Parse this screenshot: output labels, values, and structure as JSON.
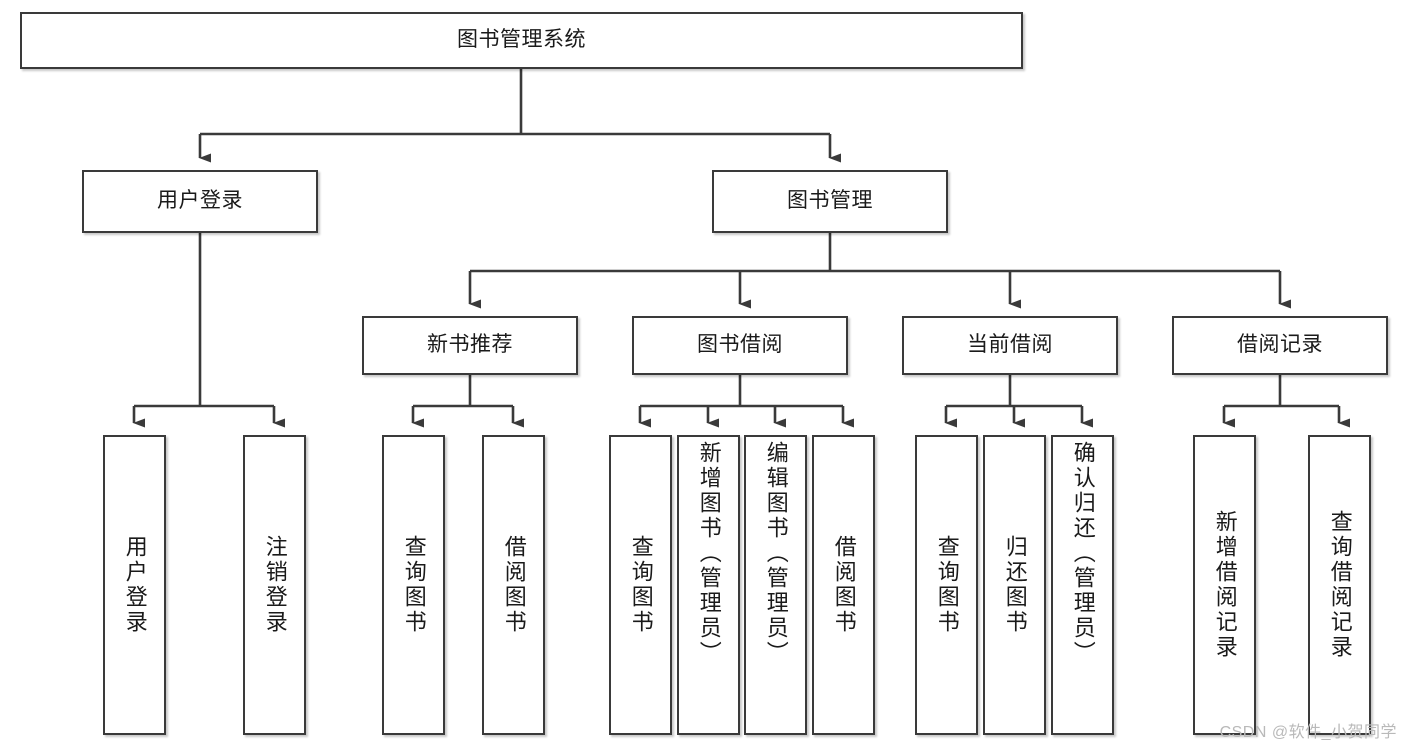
{
  "diagram": {
    "type": "tree-hierarchy",
    "title": "图书管理系统",
    "root": {
      "id": "root",
      "label": "图书管理系统"
    },
    "level2": [
      {
        "id": "user-login",
        "label": "用户登录"
      },
      {
        "id": "book-manage",
        "label": "图书管理"
      }
    ],
    "level3": [
      {
        "id": "new-book-recommend",
        "label": "新书推荐",
        "parent": "book-manage"
      },
      {
        "id": "book-borrow",
        "label": "图书借阅",
        "parent": "book-manage"
      },
      {
        "id": "current-borrow",
        "label": "当前借阅",
        "parent": "book-manage"
      },
      {
        "id": "borrow-record",
        "label": "借阅记录",
        "parent": "book-manage"
      }
    ],
    "leaves": {
      "user-login": [
        {
          "id": "leaf-user-login",
          "label": "用户登录"
        },
        {
          "id": "leaf-user-logout",
          "label": "注销登录"
        }
      ],
      "new-book-recommend": [
        {
          "id": "leaf-query-book-1",
          "label": "查询图书"
        },
        {
          "id": "leaf-borrow-book-1",
          "label": "借阅图书"
        }
      ],
      "book-borrow": [
        {
          "id": "leaf-query-book-2",
          "label": "查询图书"
        },
        {
          "id": "leaf-add-book",
          "label": "新增图书（管理员）"
        },
        {
          "id": "leaf-edit-book",
          "label": "编辑图书（管理员）"
        },
        {
          "id": "leaf-borrow-book-2",
          "label": "借阅图书"
        }
      ],
      "current-borrow": [
        {
          "id": "leaf-query-book-3",
          "label": "查询图书"
        },
        {
          "id": "leaf-return-book",
          "label": "归还图书"
        },
        {
          "id": "leaf-confirm-return",
          "label": "确认归还（管理员）"
        }
      ],
      "borrow-record": [
        {
          "id": "leaf-add-record",
          "label": "新增借阅记录"
        },
        {
          "id": "leaf-query-record",
          "label": "查询借阅记录"
        }
      ]
    },
    "watermark": "CSDN @软件_小贺同学",
    "colors": {
      "stroke": "#3a3a3a",
      "fill": "#ffffff",
      "text": "#1a1a1a",
      "watermark": "#b9b9b9"
    }
  }
}
